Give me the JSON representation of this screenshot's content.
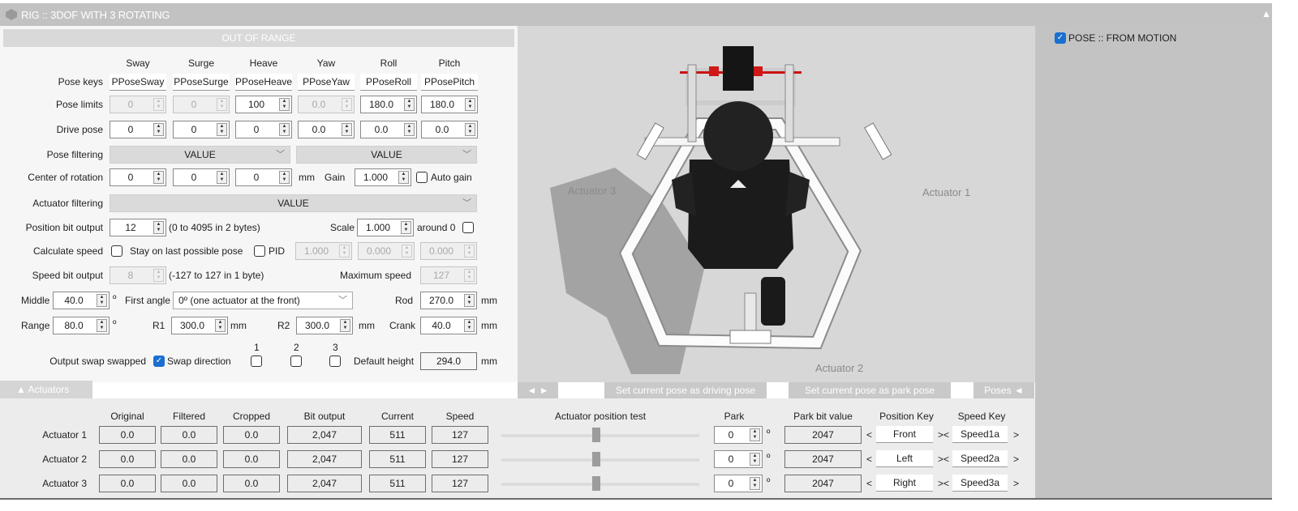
{
  "title": "RIG :: 3DOF WITH 3 ROTATING",
  "out_of_range": "OUT OF RANGE",
  "columns": [
    "Sway",
    "Surge",
    "Heave",
    "Yaw",
    "Roll",
    "Pitch"
  ],
  "pose_keys": {
    "label": "Pose keys",
    "values": [
      "PPoseSway",
      "PPoseSurge",
      "PPoseHeave",
      "PPoseYaw",
      "PPoseRoll",
      "PPosePitch"
    ]
  },
  "pose_limits": {
    "label": "Pose limits",
    "values": [
      "0",
      "0",
      "100",
      "0.0",
      "180.0",
      "180.0"
    ],
    "enabled": [
      false,
      false,
      true,
      false,
      true,
      true
    ]
  },
  "drive_pose": {
    "label": "Drive pose",
    "values": [
      "0",
      "0",
      "0",
      "0.0",
      "0.0",
      "0.0"
    ]
  },
  "pose_filtering": {
    "label": "Pose filtering",
    "values": [
      "VALUE",
      "VALUE"
    ]
  },
  "center_of_rotation": {
    "label": "Center of rotation",
    "values": [
      "0",
      "0",
      "0"
    ],
    "unit": "mm",
    "gain_label": "Gain",
    "gain": "1.000",
    "auto_gain_label": "Auto gain",
    "auto_gain": false
  },
  "actuator_filtering": {
    "label": "Actuator filtering",
    "value": "VALUE"
  },
  "position_bit": {
    "label": "Position bit output",
    "value": "12",
    "note": "(0 to 4095 in 2 bytes)",
    "scale_label": "Scale",
    "scale": "1.000",
    "around_label": "around 0",
    "around": false
  },
  "calc_speed": {
    "label": "Calculate speed",
    "checked": false,
    "stay_label": "Stay on last possible pose",
    "stay": false,
    "pid_label": "PID",
    "pid_values": [
      "1.000",
      "0.000",
      "0.000"
    ]
  },
  "speed_bit": {
    "label": "Speed bit output",
    "value": "8",
    "note": "(-127 to 127 in 1 byte)",
    "max_label": "Maximum speed",
    "max_value": "127"
  },
  "middle": {
    "label": "Middle",
    "value": "40.0",
    "unit": "º"
  },
  "first_angle": {
    "label": "First angle",
    "value": "0º (one actuator at the front)"
  },
  "rod": {
    "label": "Rod",
    "value": "270.0",
    "unit": "mm"
  },
  "range": {
    "label": "Range",
    "value": "80.0",
    "unit": "º"
  },
  "r1": {
    "label": "R1",
    "value": "300.0",
    "unit": "mm"
  },
  "r2": {
    "label": "R2",
    "value": "300.0",
    "unit": "mm"
  },
  "crank": {
    "label": "Crank",
    "value": "40.0",
    "unit": "mm"
  },
  "swap": {
    "output_label": "Output swap swapped",
    "output": true,
    "direction_label": "Swap direction",
    "numbers": [
      "1",
      "2",
      "3"
    ],
    "directions": [
      false,
      false,
      false
    ],
    "default_height_label": "Default height",
    "default_height": "294.0",
    "unit": "mm"
  },
  "view": {
    "labels": [
      "Actuator 1",
      "Actuator 2",
      "Actuator 3"
    ],
    "nav": "◄ ►",
    "drive_button": "Set current pose as driving pose",
    "park_button": "Set current pose as park pose",
    "poses_button": "Poses ◄"
  },
  "right": {
    "pose_label": "POSE :: FROM MOTION",
    "pose_checked": true,
    "collapse": "▲"
  },
  "actuators": {
    "tab_label": "▲  Actuators",
    "headers": [
      "Original",
      "Filtered",
      "Cropped",
      "Bit output",
      "Current",
      "Speed",
      "Actuator position test",
      "Park",
      "Park bit value",
      "Position Key",
      "Speed Key"
    ],
    "park_unit": "º",
    "lt": "<",
    "mid": "><",
    "gt": ">",
    "test_position": 0.5,
    "rows": [
      {
        "name": "Actuator 1",
        "original": "0.0",
        "filtered": "0.0",
        "cropped": "0.0",
        "bit": "2,047",
        "current": "511",
        "speed": "127",
        "park": "0",
        "park_bit": "2047",
        "pos_key": "Front",
        "speed_key": "Speed1a"
      },
      {
        "name": "Actuator 2",
        "original": "0.0",
        "filtered": "0.0",
        "cropped": "0.0",
        "bit": "2,047",
        "current": "511",
        "speed": "127",
        "park": "0",
        "park_bit": "2047",
        "pos_key": "Left",
        "speed_key": "Speed2a"
      },
      {
        "name": "Actuator 3",
        "original": "0.0",
        "filtered": "0.0",
        "cropped": "0.0",
        "bit": "2,047",
        "current": "511",
        "speed": "127",
        "park": "0",
        "park_bit": "2047",
        "pos_key": "Right",
        "speed_key": "Speed3a"
      }
    ]
  }
}
